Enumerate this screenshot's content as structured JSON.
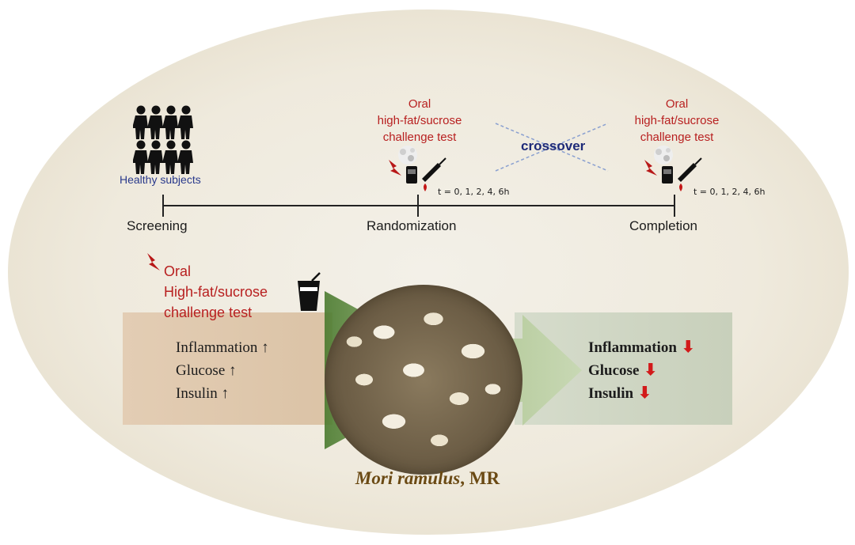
{
  "timeline": {
    "subjects_label": "Healthy subjects",
    "stages": [
      "Screening",
      "Randomization",
      "Completion"
    ],
    "challenge_lines": [
      "Oral",
      "high-fat/sucrose",
      "challenge  test"
    ],
    "time_points": "t = 0, 1, 2, 4, 6h",
    "crossover_label": "crossover"
  },
  "left_panel": {
    "challenge_lines": [
      "Oral",
      "High-fat/sucrose",
      "challenge  test"
    ],
    "effects": [
      "Inflammation ↑",
      "Glucose ↑",
      "Insulin ↑"
    ]
  },
  "right_panel": {
    "effects": [
      "Inflammation",
      "Glucose",
      "Insulin"
    ],
    "arrow_glyph": "🢃"
  },
  "center": {
    "name_italic": "Mori ramulus",
    "name_suffix": ", MR"
  },
  "colors": {
    "challenge_red": "#b82020",
    "crossover_blue": "#1e2a78",
    "subjects_blue": "#2a3a8c",
    "down_arrow_red": "#d21a1a",
    "mr_label_brown": "#6b4a14"
  }
}
